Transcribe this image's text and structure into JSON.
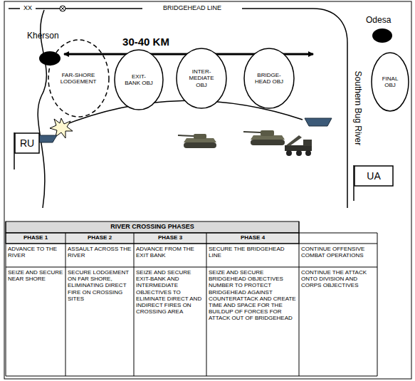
{
  "diagram": {
    "nodes": [
      {
        "text": [
          "FAR-SHORE LODGEMENT"
        ]
      },
      {
        "text": [
          "EXIT- BANK OBJ"
        ]
      },
      {
        "text": [
          "INTER- MEDIATE OBJ"
        ]
      },
      {
        "text": [
          "BRIDGE- HEAD OBJ"
        ]
      },
      {
        "text": [
          "FINAL OBJ"
        ]
      },
      {
        "text": [
          "RU"
        ]
      },
      {
        "text": [
          "UA"
        ]
      }
    ],
    "labels": [
      "XX",
      "BRIDGEHEAD LINE",
      "30-40 KM",
      "Kherson",
      "Odesa",
      "Southern Bug River",
      "RIVER CROSSING PHASES",
      "PHASE 1",
      "PHASE 2",
      "PHASE 3",
      "PHASE 4",
      "ADVANCE TO THE RIVER",
      "ASSAULT ACROSS THE RIVER",
      "ADVANCE FROM THE EXIT BANK",
      "SECURE THE BRIDGEHEAD LINE",
      "CONTINUE OFFENSIVE COMBAT OPERATIONS",
      "SEIZE AND SECURE NEAR SHORE",
      "SECURE LODGEMENT ON FAR SHORE, ELIMINATING DIRECT FIRE ON CROSSING SITES",
      "SEIZE AND SECURE EXIT-BANK AND INTERMEDIATE OBJECTIVES TO ELIMINATE DIRECT AND INDIRECT FIRES ON CROSSING AREA",
      "SEIZE AND SECURE BRIDGEHEAD OBJECTIVES NUMBER TO PROTECT BRIDGEHEAD AGAINST COUNTERATTACK AND CREATE TIME AND SPACE FOR THE BUILDUP OF FORCES FOR ATTACK OUT OF BRIDGEHEAD",
      "CONTINUE THE ATTACK ONTO DIVISION AND CORPS OBJECTIVES"
    ]
  }
}
